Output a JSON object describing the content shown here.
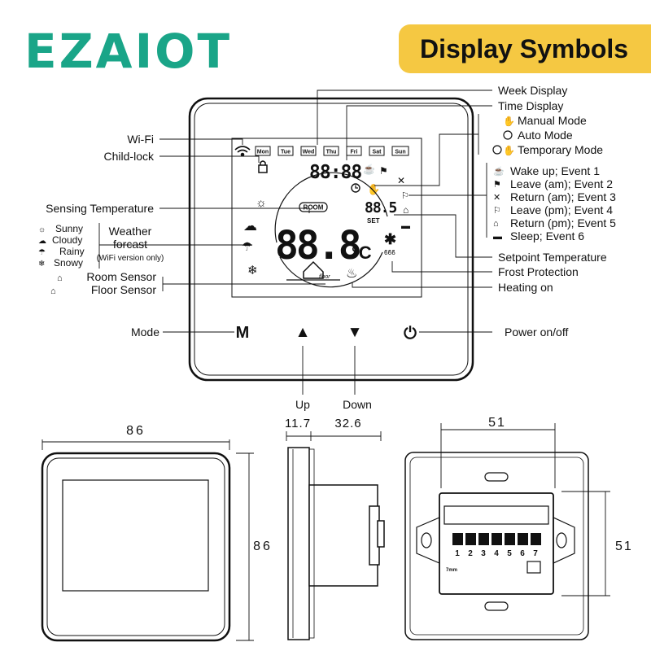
{
  "brand": {
    "logo_text": "EZAIOT",
    "banner": "Display Symbols"
  },
  "lcd": {
    "days": [
      "Mon",
      "Tue",
      "Wed",
      "Thu",
      "Fri",
      "Sat",
      "Sun"
    ],
    "time": "88:88",
    "room_tag": "ROOM",
    "floor_tag": "floor",
    "main_temp": "88.8",
    "unit": "°C",
    "set_temp": "88.5",
    "set_label": "SET"
  },
  "labels": {
    "week_display": "Week Display",
    "time_display": "Time Display",
    "manual_mode": "Manual Mode",
    "auto_mode": "Auto Mode",
    "temporary_mode": "Temporary Mode",
    "wifi": "Wi-Fi",
    "child_lock": "Child-lock",
    "sensing_temperature": "Sensing Temperature",
    "weather_title_1": "Weather",
    "weather_title_2": "forcast",
    "weather_note": "(WiFi version only)",
    "sunny": "Sunny",
    "cloudy": "Cloudy",
    "rainy": "Rainy",
    "snowy": "Snowy",
    "room_sensor": "Room Sensor",
    "floor_sensor": "Floor Sensor",
    "wake_up": "Wake up; Event 1",
    "leave_am": "Leave (am); Event 2",
    "return_am": "Return (am); Event 3",
    "leave_pm": "Leave (pm); Event 4",
    "return_pm": "Return (pm); Event 5",
    "sleep": "Sleep; Event 6",
    "setpoint_temperature": "Setpoint Temperature",
    "frost_protection": "Frost Protection",
    "heating_on": "Heating on",
    "mode": "Mode",
    "power": "Power on/off",
    "up": "Up",
    "down": "Down"
  },
  "buttons": {
    "mode": "M",
    "up": "▲",
    "down": "▼",
    "power": "⏻"
  },
  "dimensions": {
    "front_width": "86",
    "front_height": "86",
    "side_a": "11.7",
    "side_b": "32.6",
    "back_width": "51",
    "back_height": "51",
    "terminals": [
      "1",
      "2",
      "3",
      "4",
      "5",
      "6",
      "7"
    ],
    "terminal_tag": "7mm"
  }
}
